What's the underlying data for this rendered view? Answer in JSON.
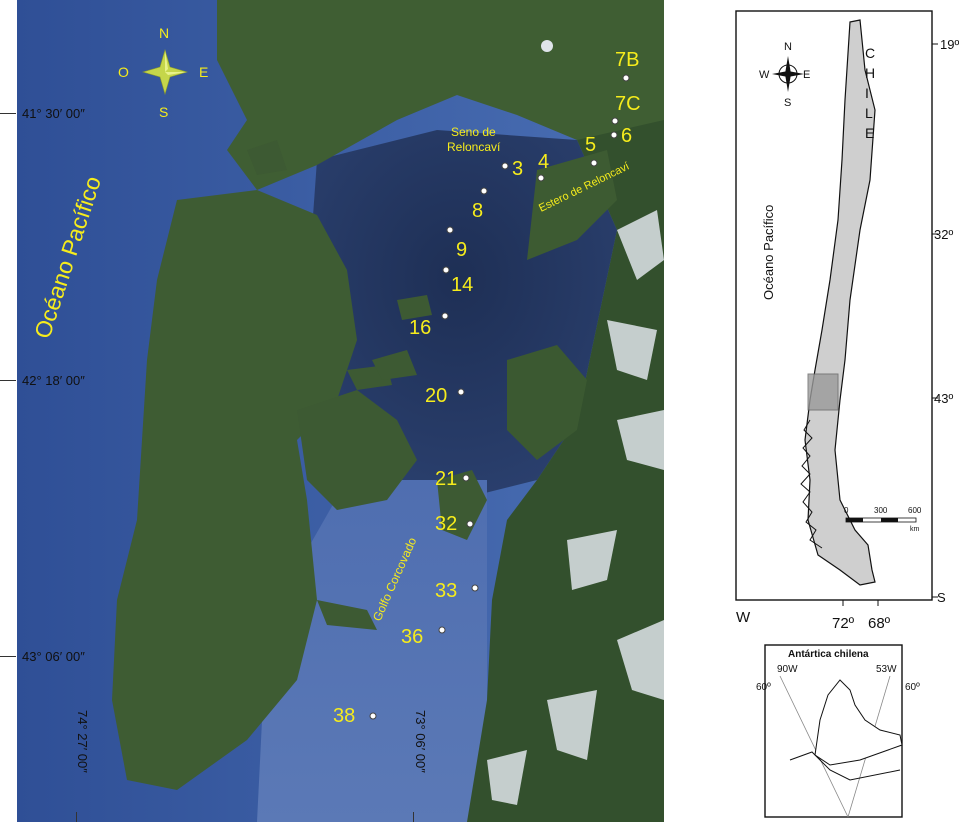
{
  "map": {
    "compass": {
      "n": "N",
      "s": "S",
      "e": "E",
      "w": "O"
    },
    "ocean_label": "Océano Pacífico",
    "water_labels": {
      "seno_line1": "Seno de",
      "seno_line2": "Reloncaví",
      "estero": "Estero de Reloncaví",
      "golfo": "Golfo Corcovado"
    },
    "stations": [
      {
        "id": "7B",
        "label": "7B"
      },
      {
        "id": "7C",
        "label": "7C"
      },
      {
        "id": "6",
        "label": "6"
      },
      {
        "id": "5",
        "label": "5"
      },
      {
        "id": "4",
        "label": "4"
      },
      {
        "id": "3",
        "label": "3"
      },
      {
        "id": "8",
        "label": "8"
      },
      {
        "id": "9",
        "label": "9"
      },
      {
        "id": "14",
        "label": "14"
      },
      {
        "id": "16",
        "label": "16"
      },
      {
        "id": "20",
        "label": "20"
      },
      {
        "id": "21",
        "label": "21"
      },
      {
        "id": "32",
        "label": "32"
      },
      {
        "id": "33",
        "label": "33"
      },
      {
        "id": "36",
        "label": "36"
      },
      {
        "id": "38",
        "label": "38"
      }
    ],
    "latitudes": [
      "41° 30′ 00″",
      "42° 18′ 00″",
      "43° 06′ 00″"
    ],
    "longitudes": [
      "74° 27′ 00″",
      "73° 06′ 00″"
    ]
  },
  "inset": {
    "country": "CHILE",
    "ocean": "Océano Pacífico",
    "compass": {
      "n": "N",
      "s": "S",
      "e": "E",
      "w": "W"
    },
    "lat_ticks": [
      "19º",
      "32º",
      "43º",
      "S"
    ],
    "lon_ticks": [
      "W",
      "72º",
      "68º"
    ],
    "scale": {
      "zero": "0",
      "mid": "300",
      "max": "600",
      "unit": "km"
    },
    "antarctic": {
      "title": "Antártica chilena",
      "left_lon": "90W",
      "right_lon": "53W",
      "left_lat": "60º",
      "right_lat": "60º"
    }
  },
  "colors": {
    "label_yellow": "#f6ec1c",
    "ocean": "#3d62a8",
    "land": "#3a5a30"
  }
}
